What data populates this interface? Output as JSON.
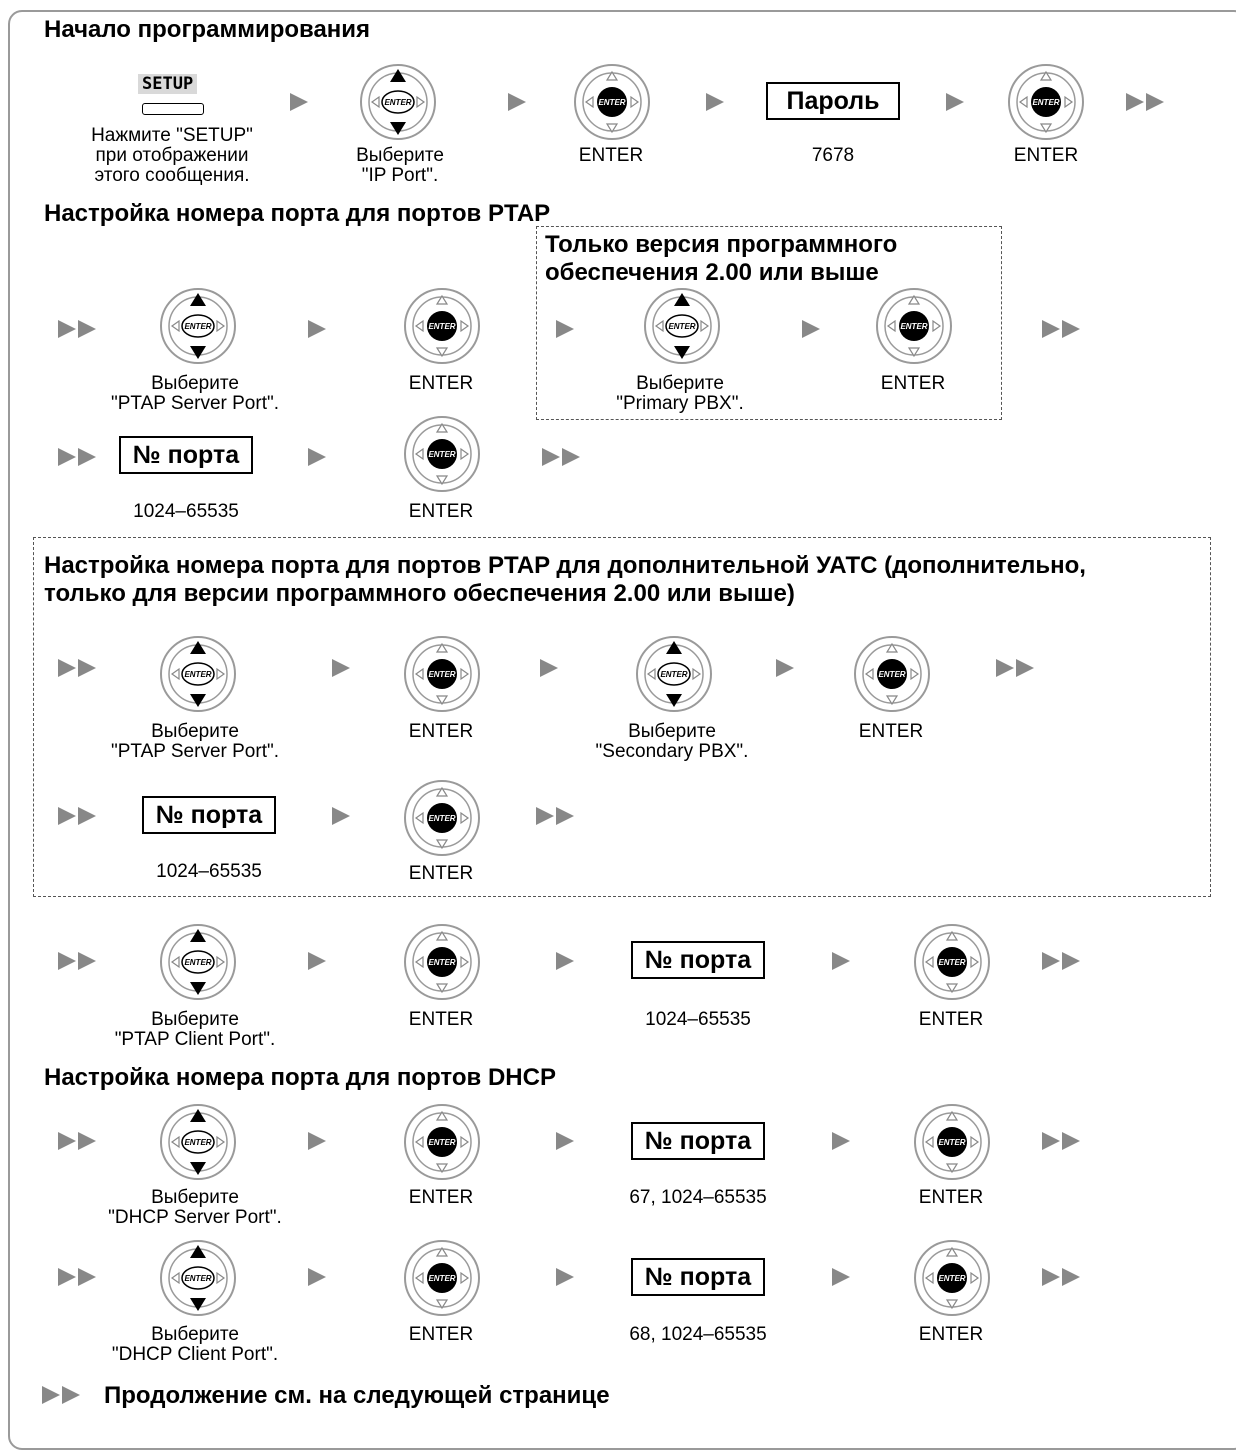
{
  "headings": {
    "start": "Начало программирования",
    "ptap": "Настройка номера порта для портов PTAP",
    "version_only": "Только версия программного\nобеспечения 2.00 или выше",
    "secondary": "Настройка номера порта для портов PTAP для дополнительной УАТС (дополнительно,\nтолько для версии программного обеспечения 2.00 или выше)",
    "dhcp": "Настройка номера порта для портов DHCP",
    "continue": "Продолжение см. на следующей странице"
  },
  "setup_key": "SETUP",
  "key_center": "ENTER",
  "box_labels": {
    "password": "Пароль",
    "port_no": "№ порта"
  },
  "labels": {
    "press_setup": "Нажмите \"SETUP\"\nпри отображении\nэтого сообщения.",
    "select_ip_port": "Выберите\n\"IP Port\".",
    "enter": "ENTER",
    "password_value": "7678",
    "select_ptap_server": "Выберите\n\"PTAP Server Port\".",
    "select_primary": "Выберите\n\"Primary PBX\".",
    "port_range": "1024–65535",
    "select_secondary": "Выберите\n\"Secondary PBX\".",
    "select_ptap_client": "Выберите\n\"PTAP Client Port\".",
    "select_dhcp_server": "Выберите\n\"DHCP Server Port\".",
    "dhcp_server_range": "67, 1024–65535",
    "select_dhcp_client": "Выберите\n\"DHCP Client Port\".",
    "dhcp_client_range": "68, 1024–65535"
  }
}
